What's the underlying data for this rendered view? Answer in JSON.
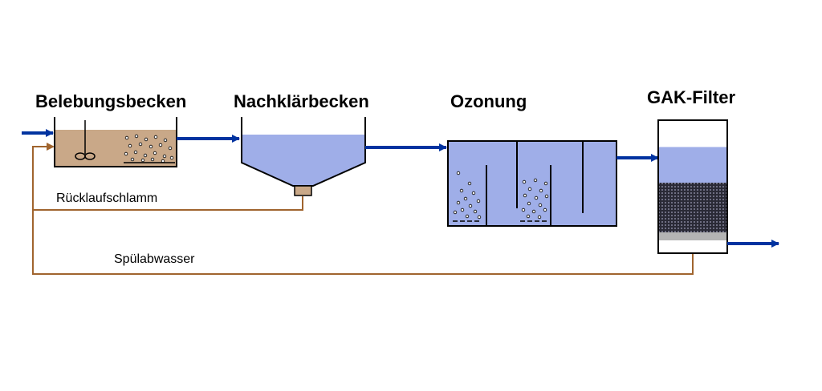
{
  "titles": {
    "aeration": "Belebungsbecken",
    "clarifier": "Nachklärbecken",
    "ozonation": "Ozonung",
    "gac": "GAK-Filter"
  },
  "labels": {
    "return_sludge": "Rücklaufschlamm",
    "backwash": "Spülabwasser"
  },
  "colors": {
    "flow_blue": "#0033a0",
    "water_blue": "#9faee8",
    "sludge_tan": "#c9a888",
    "return_brown": "#a0642e",
    "carbon_dark": "#2a2a36",
    "support_gray": "#b4b4b4"
  }
}
